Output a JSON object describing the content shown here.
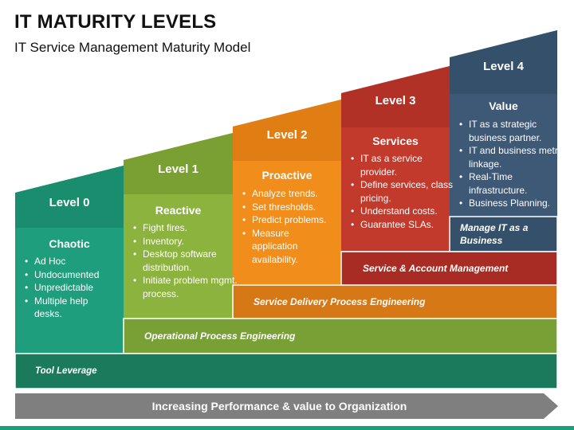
{
  "title": "IT MATURITY LEVELS",
  "subtitle": "IT Service Management Maturity Model",
  "levels": [
    {
      "level": "Level 0",
      "heading": "Chaotic",
      "bullets": [
        "Ad Hoc",
        "Undocumented",
        "Unpredictable",
        "Multiple help desks."
      ],
      "color": "#1e9e7c"
    },
    {
      "level": "Level 1",
      "heading": "Reactive",
      "bullets": [
        "Fight fires.",
        "Inventory.",
        "Desktop software distribution.",
        "Initiate problem mgmt. process."
      ],
      "color": "#8db33f"
    },
    {
      "level": "Level 2",
      "heading": "Proactive",
      "bullets": [
        "Analyze trends.",
        "Set thresholds.",
        "Predict problems.",
        "Measure application availability."
      ],
      "color": "#f18d1b"
    },
    {
      "level": "Level 3",
      "heading": "Services",
      "bullets": [
        "IT as a service provider.",
        "Define services, class pricing.",
        "Understand costs.",
        "Guarantee SLAs."
      ],
      "color": "#c23a2c"
    },
    {
      "level": "Level 4",
      "heading": "Value",
      "bullets": [
        "IT as a strategic business partner.",
        "IT and business metric linkage.",
        "Real-Time infrastructure.",
        "Business Planning."
      ],
      "color": "#3e5976"
    }
  ],
  "bars": {
    "manage": "Manage IT as a Business",
    "service_account": "Service & Account Management",
    "service_delivery": "Service Delivery Process Engineering",
    "operational": "Operational Process Engineering",
    "tool": "Tool Leverage"
  },
  "arrow_label": "Increasing Performance & value to Organization",
  "colors": {
    "teal": "#1e9e7c",
    "green": "#8db33f",
    "orange": "#f18d1b",
    "red": "#c23a2c",
    "navy": "#3e5976",
    "dark_teal": "#1b7a5c",
    "olive": "#78a035",
    "dark_orange": "#d77817",
    "dark_red": "#a82c24",
    "arrow_gray": "#7f7f7f"
  }
}
